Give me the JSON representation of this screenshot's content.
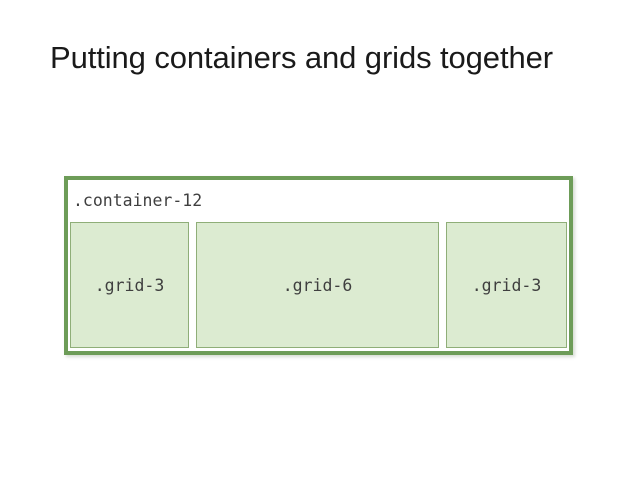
{
  "slide": {
    "title": "Putting containers and grids together",
    "background_color": "#ffffff"
  },
  "diagram": {
    "name": "container-and-grid-layout-diagram",
    "container": {
      "label": ".container-12",
      "border_color": "#6d9c58",
      "fill_color": "#ffffff",
      "label_color": "#3f3f3f"
    },
    "grid_fill_color": "#dcebd1",
    "grid_border_color": "#8fae78",
    "grid_label_color": "#3f3f3f",
    "grids": [
      {
        "label": ".grid-3",
        "columns": 3
      },
      {
        "label": ".grid-6",
        "columns": 6
      },
      {
        "label": ".grid-3",
        "columns": 3
      }
    ]
  }
}
